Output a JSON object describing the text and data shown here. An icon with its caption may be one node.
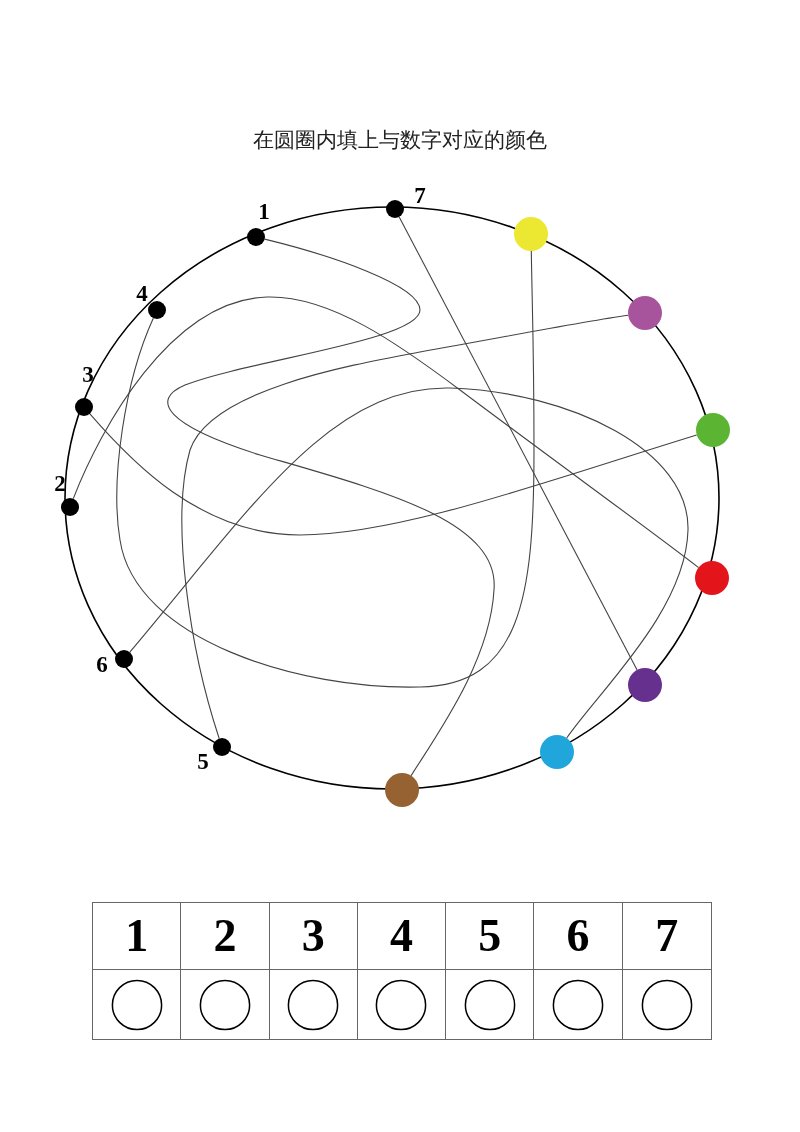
{
  "diagram": {
    "title": "在圆圈内填上与数字对应的颜色",
    "nodes": [
      {
        "text": [],
        "shape": "circle",
        "beside": [
          "1"
        ]
      },
      {
        "text": [],
        "shape": "circle",
        "beside": [
          "2"
        ]
      },
      {
        "text": [],
        "shape": "circle",
        "beside": [
          "3"
        ]
      },
      {
        "text": [],
        "shape": "circle",
        "beside": [
          "4"
        ]
      },
      {
        "text": [],
        "shape": "circle",
        "beside": [
          "5"
        ]
      },
      {
        "text": [],
        "shape": "circle",
        "beside": [
          "6"
        ]
      },
      {
        "text": [],
        "shape": "circle",
        "beside": [
          "7"
        ]
      },
      {
        "text": [],
        "shape": "circle"
      },
      {
        "text": [],
        "shape": "circle"
      },
      {
        "text": [],
        "shape": "circle"
      },
      {
        "text": [],
        "shape": "circle"
      },
      {
        "text": [],
        "shape": "circle"
      },
      {
        "text": [],
        "shape": "circle"
      },
      {
        "text": [],
        "shape": "circle"
      }
    ],
    "edges": [
      {
        "from": 0,
        "to": 13,
        "arrow": "none"
      },
      {
        "from": 1,
        "to": 10,
        "arrow": "none"
      },
      {
        "from": 2,
        "to": 9,
        "arrow": "none"
      },
      {
        "from": 3,
        "to": 7,
        "arrow": "none"
      },
      {
        "from": 4,
        "to": 8,
        "arrow": "none"
      },
      {
        "from": 5,
        "to": 12,
        "arrow": "none"
      },
      {
        "from": 6,
        "to": 11,
        "arrow": "none"
      }
    ],
    "labels": [
      "1",
      "2",
      "3",
      "4",
      "5",
      "6",
      "7"
    ]
  }
}
